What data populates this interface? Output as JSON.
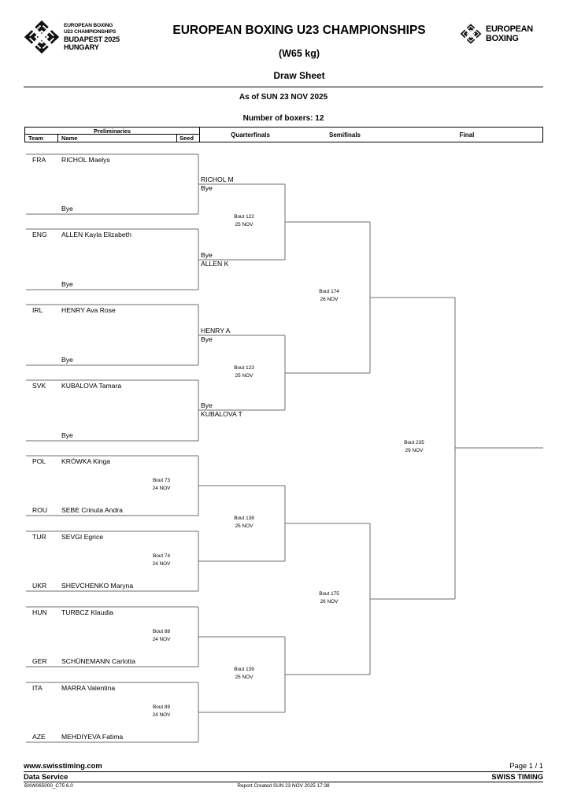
{
  "header": {
    "event_logo_lines": [
      "EUROPEAN BOXING",
      "U23 CHAMPIONSHIPS",
      "BUDAPEST 2025",
      "HUNGARY"
    ],
    "federation_logo_lines": [
      "EUROPEAN",
      "BOXING"
    ],
    "title": "EUROPEAN BOXING U23 CHAMPIONSHIPS",
    "category": "(W65 kg)",
    "document_type": "Draw Sheet",
    "as_of": "As of SUN 23 NOV 2025",
    "boxer_count": "Number of boxers: 12"
  },
  "columns": {
    "preliminaries": "Preliminaries",
    "team": "Team",
    "name": "Name",
    "seed": "Seed",
    "quarterfinals": "Quarterfinals",
    "semifinals": "Semifinals",
    "final": "Final"
  },
  "preliminaries": [
    {
      "team": "FRA",
      "name": "RICHOL Maelys",
      "seed": "",
      "opponent": "Bye"
    },
    {
      "team": "ENG",
      "name": "ALLEN Kayla Elizabeth",
      "seed": "",
      "opponent": "Bye"
    },
    {
      "team": "IRL",
      "name": "HENRY Ava Rose",
      "seed": "",
      "opponent": "Bye"
    },
    {
      "team": "SVK",
      "name": "KUBALOVA Tamara",
      "seed": "",
      "opponent": "Bye"
    },
    {
      "team": "POL",
      "name": "KRÓWKA Kinga",
      "seed": "",
      "opponent": ""
    },
    {
      "team": "ROU",
      "name": "SEBE Crinuta Andra",
      "seed": "",
      "opponent": ""
    },
    {
      "team": "TUR",
      "name": "SEVGI Egrice",
      "seed": "",
      "opponent": ""
    },
    {
      "team": "UKR",
      "name": "SHEVCHENKO Maryna",
      "seed": "",
      "opponent": ""
    },
    {
      "team": "HUN",
      "name": "TURBCZ Klaudia",
      "seed": "",
      "opponent": ""
    },
    {
      "team": "GER",
      "name": "SCHÜNEMANN Carlotta",
      "seed": "",
      "opponent": ""
    },
    {
      "team": "ITA",
      "name": "MARRA Valentina",
      "seed": "",
      "opponent": ""
    },
    {
      "team": "AZE",
      "name": "MEHDIYEVA Fatima",
      "seed": "",
      "opponent": ""
    }
  ],
  "prelim_bouts": [
    {
      "no": "Bout  73",
      "date": "24 NOV"
    },
    {
      "no": "Bout  74",
      "date": "24 NOV"
    },
    {
      "no": "Bout  88",
      "date": "24 NOV"
    },
    {
      "no": "Bout  89",
      "date": "24 NOV"
    }
  ],
  "quarterfinals": {
    "advanced": [
      {
        "top": "RICHOL M",
        "bottom": "Bye"
      },
      {
        "top": "Bye",
        "bottom": "ALLEN K"
      },
      {
        "top": "HENRY A",
        "bottom": "Bye"
      },
      {
        "top": "Bye",
        "bottom": "KUBALOVA T"
      }
    ],
    "bouts": [
      {
        "no": "Bout  122",
        "date": "25 NOV"
      },
      {
        "no": "Bout  123",
        "date": "25 NOV"
      },
      {
        "no": "Bout  138",
        "date": "25 NOV"
      },
      {
        "no": "Bout  139",
        "date": "25 NOV"
      }
    ]
  },
  "semifinals": {
    "bouts": [
      {
        "no": "Bout  174",
        "date": "26 NOV"
      },
      {
        "no": "Bout  175",
        "date": "26 NOV"
      }
    ]
  },
  "final": {
    "bout": {
      "no": "Bout  235",
      "date": "29 NOV"
    }
  },
  "footer": {
    "website": "www.swisstiming.com",
    "page": "Page 1 / 1",
    "data_service": "Data Service",
    "company": "SWISS TIMING",
    "report_code": "BXW065000_C75 6.0",
    "report_created": "Report Created  SUN 23 NOV 2025 17:38"
  }
}
